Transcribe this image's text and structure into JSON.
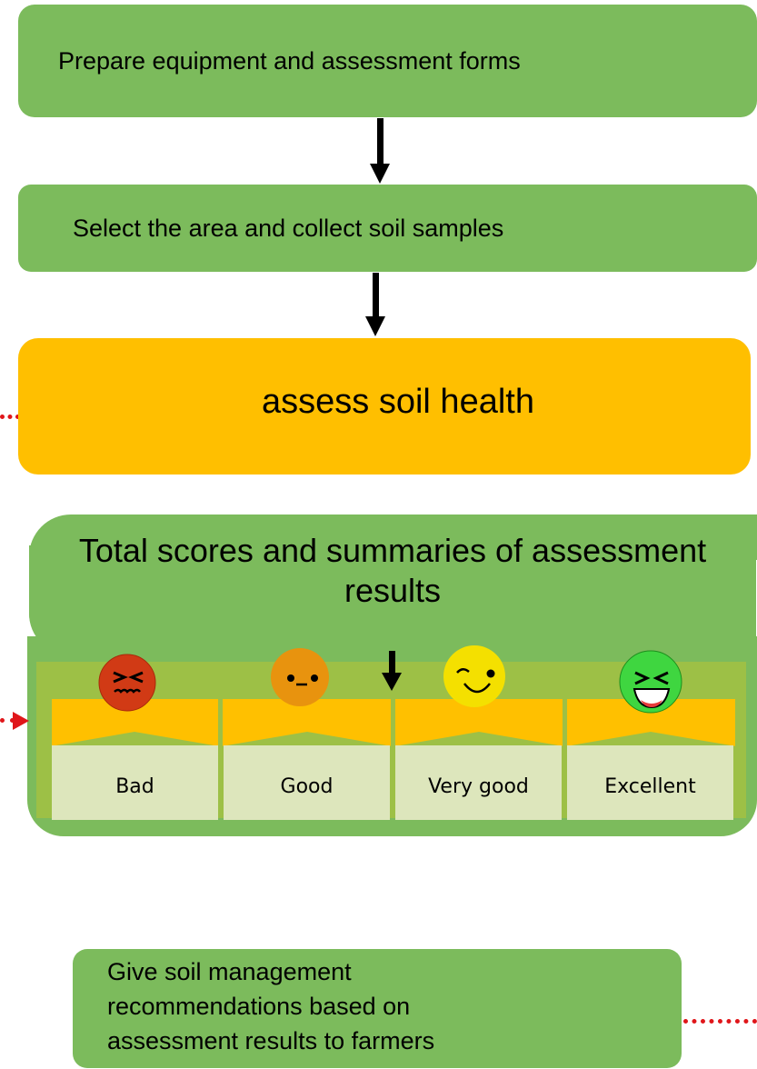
{
  "steps": {
    "prepare": "Prepare equipment and assessment forms",
    "select": "Select the area and collect soil samples",
    "assess": "assess soil health",
    "summary_title": "Total scores and summaries of assessment results",
    "recommend": "Give soil management recommendations based on assessment results to farmers"
  },
  "ratings": [
    {
      "label": "Bad",
      "face": "angry-face-icon",
      "color": "#d13a15"
    },
    {
      "label": "Good",
      "face": "neutral-face-icon",
      "color": "#e8930e"
    },
    {
      "label": "Very good",
      "face": "winking-face-icon",
      "color": "#f4e000"
    },
    {
      "label": "Excellent",
      "face": "laughing-face-icon",
      "color": "#3fd640"
    }
  ],
  "colors": {
    "step_green": "#7cbb5c",
    "assess_orange": "#ffbf00",
    "band_green": "#9dc046",
    "tab_yellow": "#ffc000",
    "cell_bg": "#dde6bc",
    "dotted_red": "#e0161a"
  }
}
